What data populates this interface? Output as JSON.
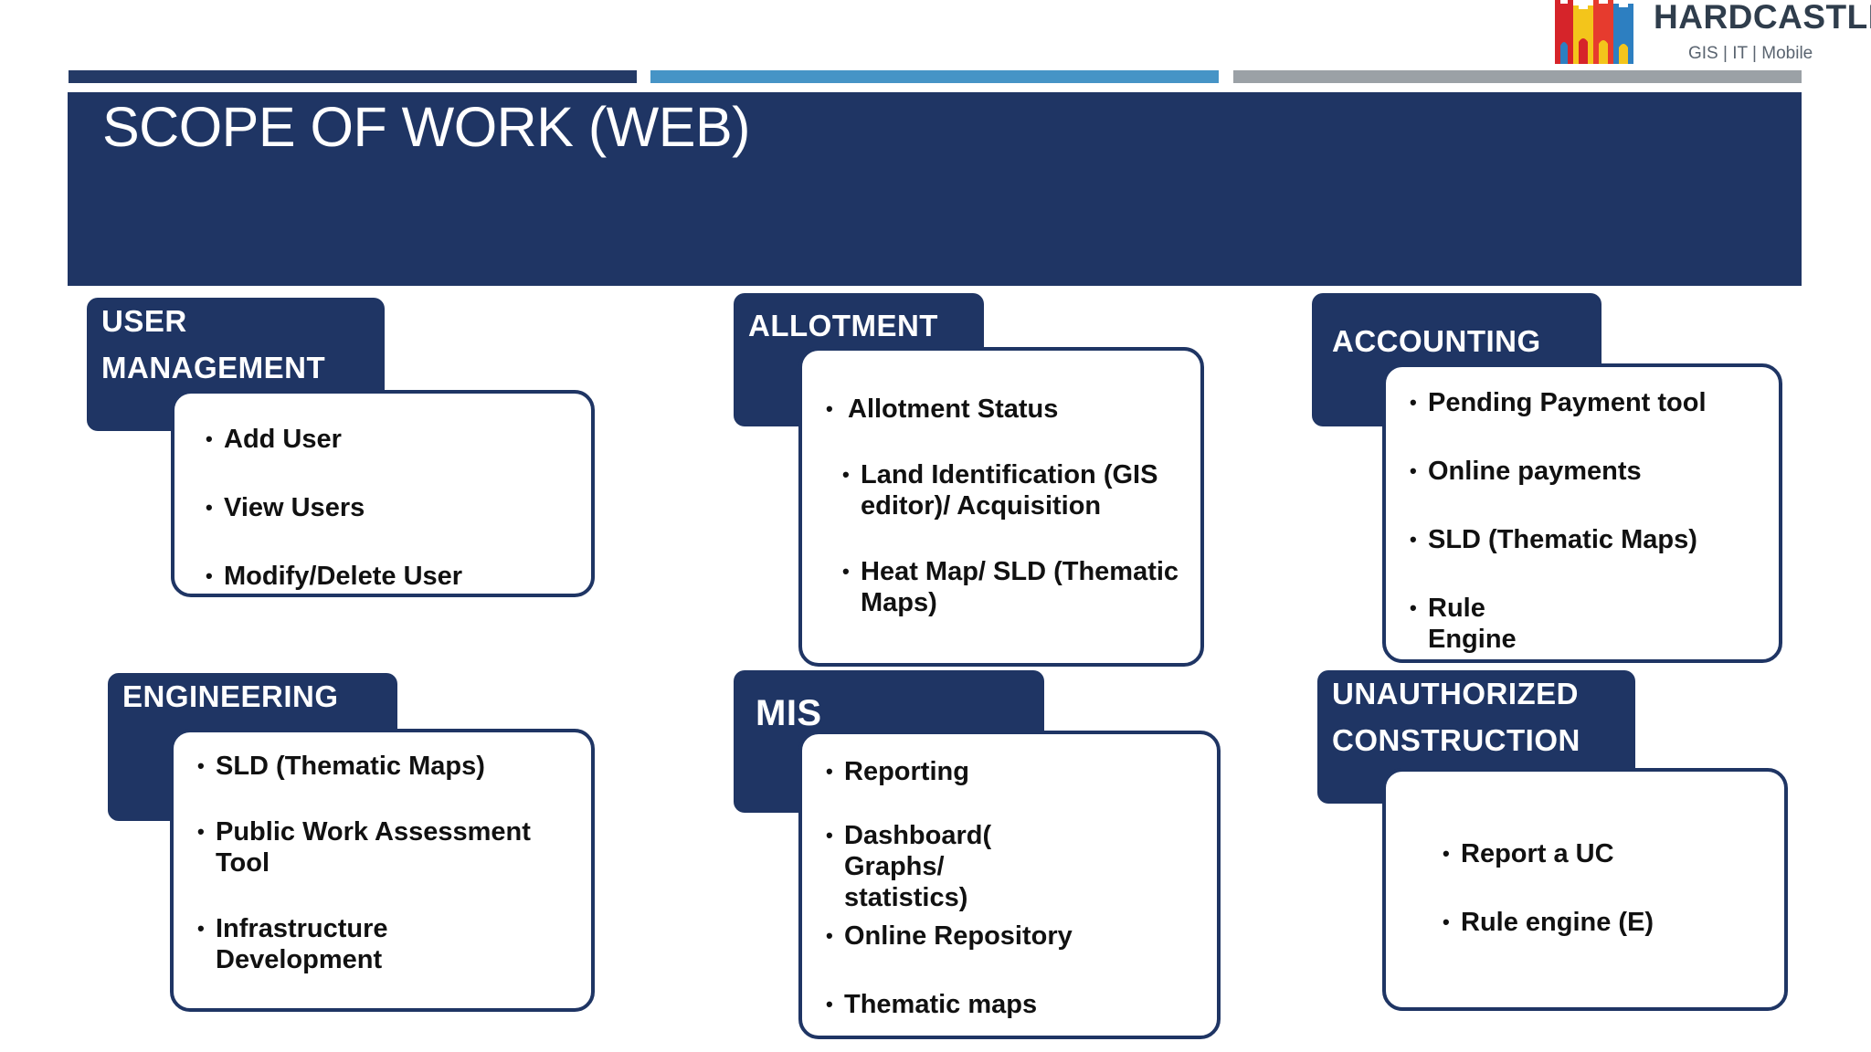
{
  "slide": {
    "title": "SCOPE OF WORK (WEB)",
    "colors": {
      "navy": "#1f3564",
      "bar_dark": "#243a66",
      "bar_light": "#4694c6",
      "bar_gray": "#9ba1a6"
    }
  },
  "logo": {
    "name": "HARDCASTLE",
    "tagline": "GIS | IT | Mobile",
    "icon": "castle-icon"
  },
  "sections": [
    {
      "label": "USER\nMANAGEMENT",
      "items": [
        "Add User",
        "View Users",
        "Modify/Delete User"
      ]
    },
    {
      "label": "ALLOTMENT",
      "items": [
        "Allotment Status",
        "Land Identification (GIS editor)/ Acquisition",
        "Heat Map/ SLD (Thematic Maps)"
      ]
    },
    {
      "label": "ACCOUNTING",
      "items": [
        "Pending Payment tool",
        "Online payments",
        "SLD (Thematic Maps)",
        "Rule Engine"
      ]
    },
    {
      "label": "ENGINEERING",
      "items": [
        "SLD (Thematic Maps)",
        "Public Work Assessment Tool",
        "Infrastructure Development"
      ]
    },
    {
      "label": "MIS",
      "items": [
        "Reporting",
        "Dashboard( Graphs/ statistics)",
        "Online Repository",
        "Thematic maps"
      ]
    },
    {
      "label": "UNAUTHORIZED\nCONSTRUCTION",
      "items": [
        "Report a UC",
        "Rule engine (E)"
      ]
    }
  ]
}
